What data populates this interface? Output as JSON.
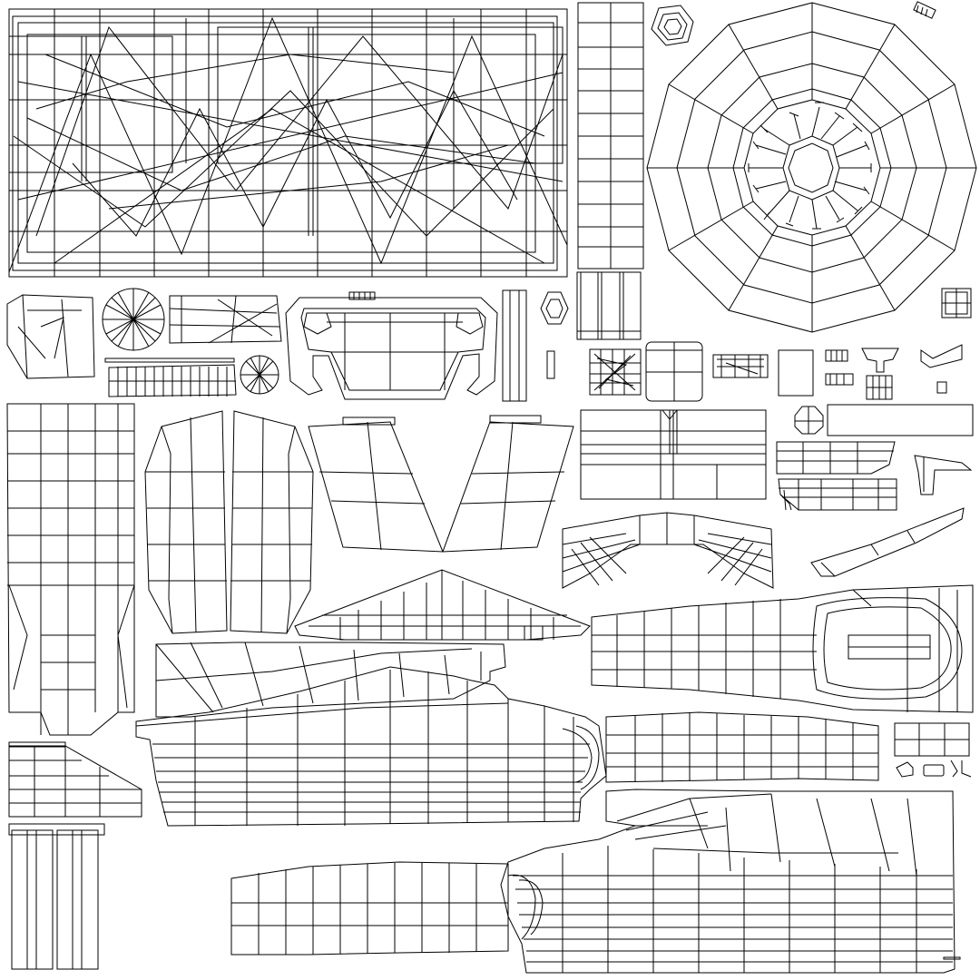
{
  "diagram": {
    "kind": "uv-texture-layout-wireframe",
    "background_color": "#ffffff",
    "line_color": "#000000",
    "islands": [
      "overlapping-cluster",
      "vertical-strip-grid",
      "hex-nut",
      "small-cylinder",
      "radial-ring",
      "left-panel",
      "circle-fan-large",
      "wedge-strip",
      "frame-loop",
      "vertical-bar",
      "hex-small",
      "triple-column-block",
      "fine-strip",
      "circle-fan-small",
      "grid-strip",
      "cylinder-grid",
      "dense-cluster-a",
      "dense-cluster-b",
      "blank-square",
      "tiny-parts-row",
      "long-vertical-panel",
      "curved-panel-left",
      "curved-panel-right",
      "trapezoid-left",
      "trapezoid-right",
      "rect-grid-block",
      "octagon-small",
      "curved-grid-stack",
      "bracket-part",
      "winged-panel",
      "long-wedge",
      "gable-strip",
      "cockpit-panel",
      "hull-upper",
      "hull-main-left",
      "hull-tail-strip",
      "small-grid-block",
      "tail-block",
      "twin-column",
      "hull-lower-strip",
      "hull-main-right"
    ]
  }
}
